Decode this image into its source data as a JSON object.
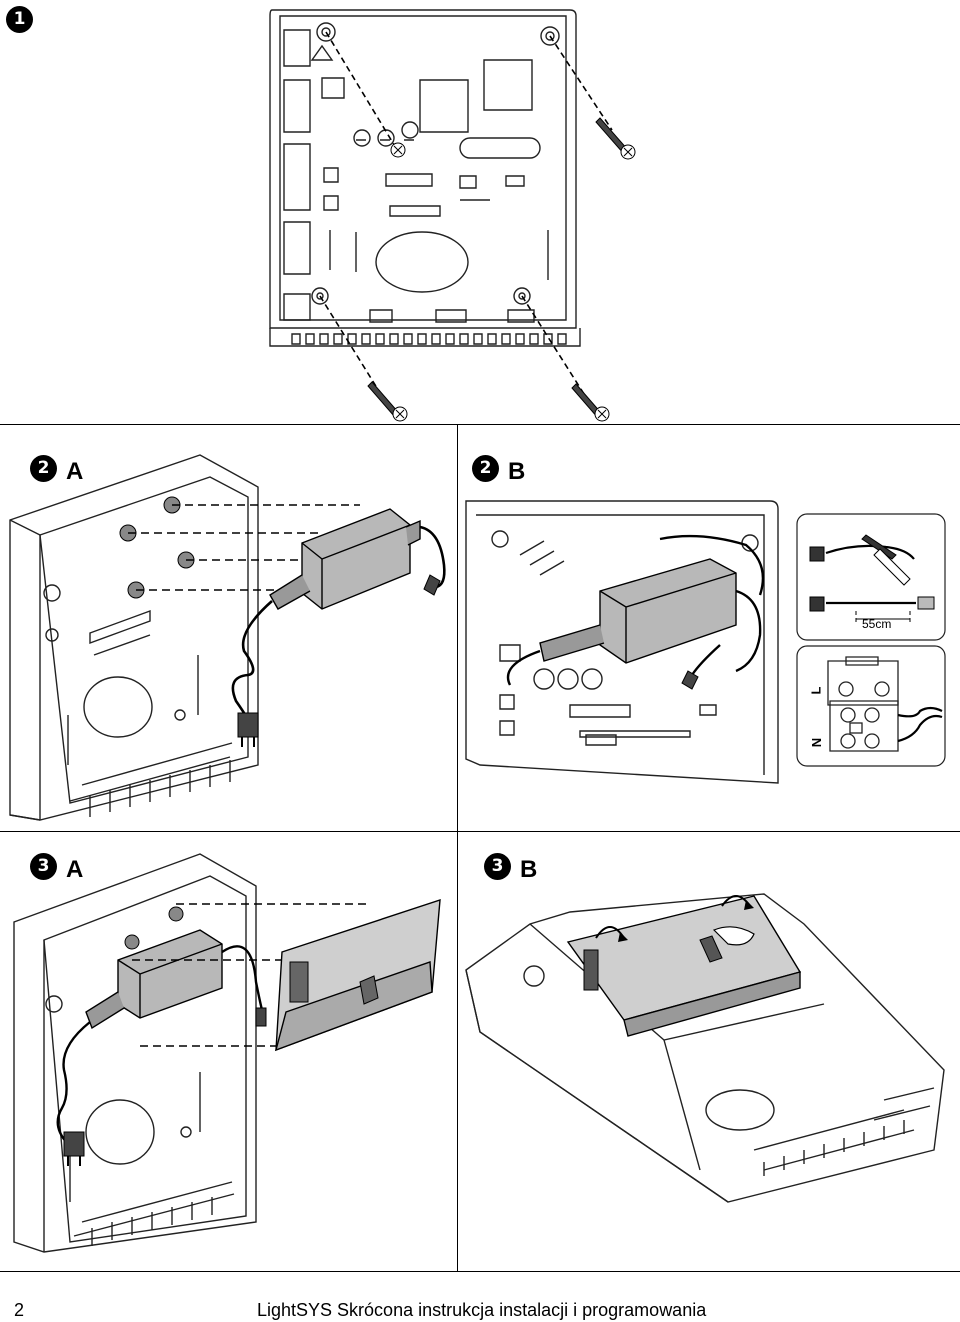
{
  "steps": {
    "step1": {
      "number": "1"
    },
    "step2a": {
      "number": "2",
      "letter": "A"
    },
    "step2b": {
      "number": "2",
      "letter": "B"
    },
    "step3a": {
      "number": "3",
      "letter": "A"
    },
    "step3b": {
      "number": "3",
      "letter": "B"
    }
  },
  "wiring_inset": {
    "strip_length": "55cm",
    "terminal_l": "L",
    "terminal_n": "N"
  },
  "footer": {
    "page_number": "2",
    "title": "LightSYS Skrócona instrukcja instalacji i programowania"
  }
}
